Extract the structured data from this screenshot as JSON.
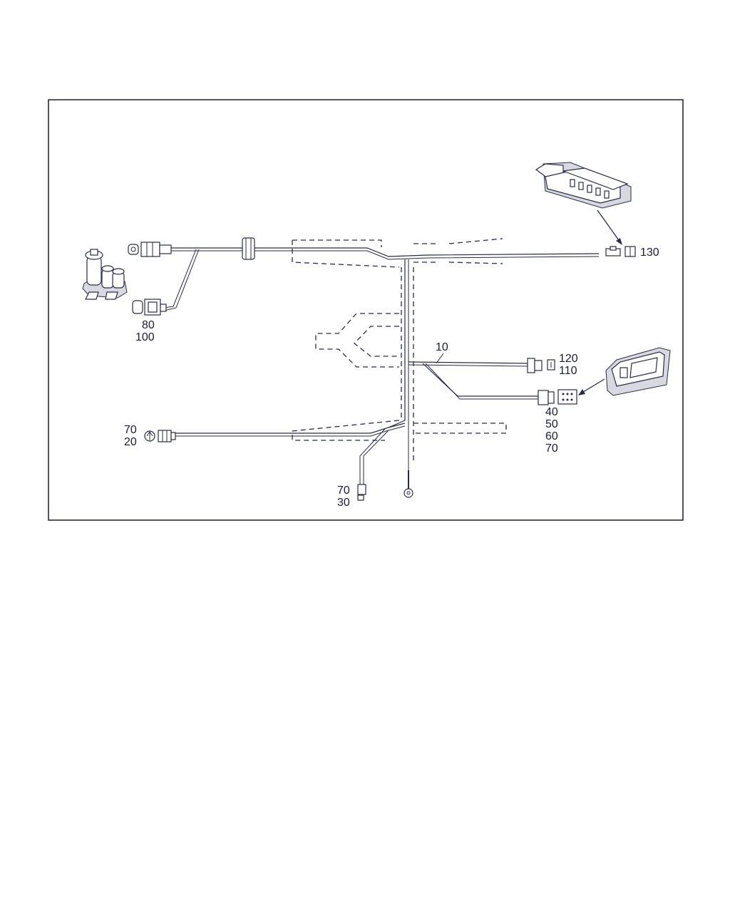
{
  "callouts": {
    "c130": "130",
    "c80": "80",
    "c100": "100",
    "c10": "10",
    "c120": "120",
    "c110": "110",
    "c40": "40",
    "c50": "50",
    "c60": "60",
    "c70_right": "70",
    "c70_left": "70",
    "c20": "20",
    "c70_bottom": "70",
    "c30": "30"
  },
  "colors": {
    "line": "#2a2a4a",
    "frame": "#1a1a3a",
    "background": "#ffffff"
  }
}
